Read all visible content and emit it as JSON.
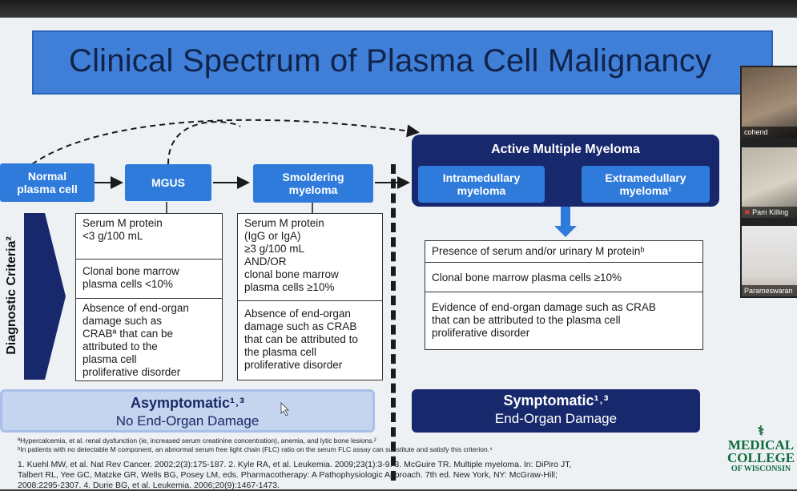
{
  "slide": {
    "title": "Clinical Spectrum of Plasma Cell Malignancy",
    "stages": {
      "normal": [
        "Normal",
        "plasma cell"
      ],
      "mgus": "MGUS",
      "smoldering": [
        "Smoldering",
        "myeloma"
      ],
      "active_title": "Active Multiple Myeloma",
      "intramedullary": [
        "Intramedullary",
        "myeloma"
      ],
      "extramedullary": [
        "Extramedullary",
        "myeloma¹"
      ]
    },
    "diagnostic_label": "Diagnostic Criteria²",
    "mgus_criteria": [
      [
        "Serum M protein",
        "<3 g/100 mL"
      ],
      [
        "Clonal bone marrow",
        "plasma cells <10%"
      ],
      [
        "Absence of end-organ",
        "damage such as",
        "CRABª that can be",
        "attributed to the",
        "plasma cell",
        "proliferative disorder"
      ]
    ],
    "smoldering_criteria": [
      [
        "Serum M protein",
        "(IgG or IgA)",
        "≥3 g/100 mL",
        "AND/OR",
        "clonal bone marrow",
        "plasma cells ≥10%"
      ],
      [
        "Absence of end-organ",
        "damage such as CRAB",
        "that can be attributed to",
        "the plasma cell",
        "proliferative disorder"
      ]
    ],
    "active_criteria": [
      "Presence of serum and/or urinary M proteinᵇ",
      "Clonal bone marrow plasma cells ≥10%",
      [
        "Evidence of end-organ damage such as CRAB",
        "that can be attributed to the plasma cell",
        "proliferative disorder"
      ]
    ],
    "asymptomatic": {
      "line1": "Asymptomatic¹˒³",
      "line2": "No End-Organ Damage"
    },
    "symptomatic": {
      "line1": "Symptomatic¹˒³",
      "line2": "End-Organ Damage"
    },
    "footnotes": [
      "ªHypercalcemia, et al. renal dysfunction (ie, increased serum creatinine concentration), anemia, and lytic bone lesions.²",
      "ᵇIn patients with no detectable M component, an abnormal serum free light chain (FLC) ratio on the serum FLC assay can substitute and satisfy this criterion.⁴"
    ],
    "references": [
      "1. Kuehl MW, et al. Nat Rev Cancer. 2002;2(3):175-187. 2. Kyle RA, et al. Leukemia. 2009;23(1):3-9. 3. McGuire TR. Multiple myeloma. In: DiPiro JT,",
      "Talbert RL, Yee GC, Matzke GR, Wells BG, Posey LM, eds. Pharmacotherapy: A Pathophysiologic Approach. 7th ed. New York, NY: McGraw-Hill;",
      "2008:2295-2307. 4. Durie BG, et al. Leukemia. 2006;20(9):1467-1473."
    ],
    "logo": [
      "MEDICAL",
      "COLLEGE",
      "OF WISCONSIN"
    ]
  },
  "participants": [
    {
      "name": "cohend"
    },
    {
      "name": "Pam Killing"
    },
    {
      "name": "Parameswaran"
    }
  ],
  "colors": {
    "stage_blue": "#2f7bdc",
    "navy": "#17286c",
    "title_blue": "#3f7fd8",
    "logo_green": "#0f6b3c"
  }
}
